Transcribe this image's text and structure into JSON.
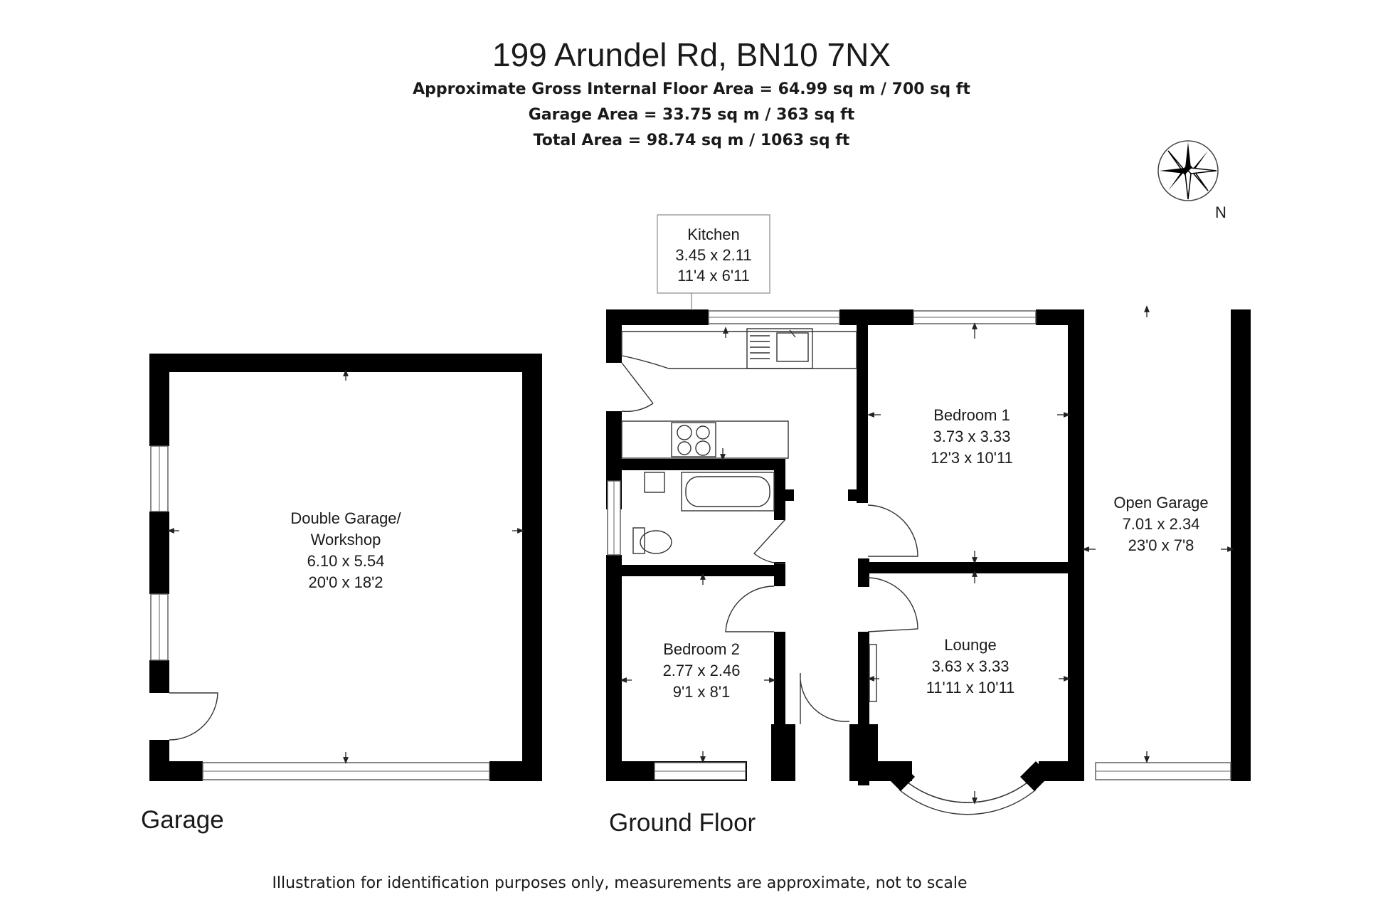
{
  "header": {
    "title": "199 Arundel Rd, BN10 7NX",
    "gross_area": "Approximate Gross Internal Floor Area = 64.99 sq m / 700 sq ft",
    "garage_area": "Garage Area = 33.75 sq m / 363 sq ft",
    "total_area": "Total Area = 98.74 sq m / 1063 sq ft"
  },
  "compass": {
    "label": "N"
  },
  "rooms": {
    "kitchen": {
      "name": "Kitchen",
      "metric": "3.45 x 2.11",
      "imperial": "11'4 x 6'11"
    },
    "bedroom1": {
      "name": "Bedroom 1",
      "metric": "3.73 x 3.33",
      "imperial": "12'3 x 10'11"
    },
    "open_garage": {
      "name": "Open Garage",
      "metric": "7.01 x 2.34",
      "imperial": "23'0 x 7'8"
    },
    "double_garage": {
      "name1": "Double Garage/",
      "name2": "Workshop",
      "metric": "6.10 x 5.54",
      "imperial": "20'0 x 18'2"
    },
    "bedroom2": {
      "name": "Bedroom 2",
      "metric": "2.77 x 2.46",
      "imperial": "9'1 x 8'1"
    },
    "lounge": {
      "name": "Lounge",
      "metric": "3.63 x 3.33",
      "imperial": "11'11 x 10'11"
    }
  },
  "sections": {
    "garage": "Garage",
    "ground_floor": "Ground Floor"
  },
  "footer": {
    "disclaimer": "Illustration for identification purposes only, measurements are approximate, not to scale"
  }
}
